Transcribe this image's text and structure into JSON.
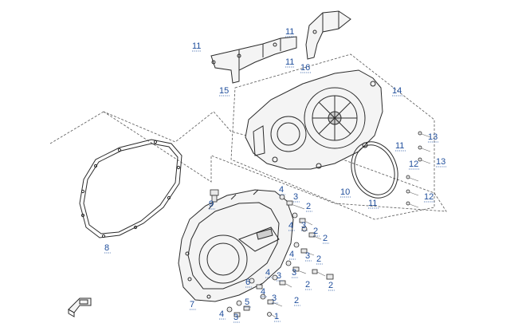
{
  "diagram": {
    "callouts": [
      {
        "id": "c11a",
        "label": "11"
      },
      {
        "id": "c11b",
        "label": "11"
      },
      {
        "id": "c11c",
        "label": "11"
      },
      {
        "id": "c15",
        "label": "15"
      },
      {
        "id": "c16",
        "label": "16"
      },
      {
        "id": "c14",
        "label": "14"
      },
      {
        "id": "c13a",
        "label": "13"
      },
      {
        "id": "c13b",
        "label": "13"
      },
      {
        "id": "c11d",
        "label": "11"
      },
      {
        "id": "c12a",
        "label": "12"
      },
      {
        "id": "c12b",
        "label": "12"
      },
      {
        "id": "c10",
        "label": "10"
      },
      {
        "id": "c11e",
        "label": "11"
      },
      {
        "id": "c9",
        "label": "9"
      },
      {
        "id": "c8",
        "label": "8"
      },
      {
        "id": "c4a",
        "label": "4"
      },
      {
        "id": "c3a",
        "label": "3"
      },
      {
        "id": "c2a",
        "label": "2"
      },
      {
        "id": "c4b",
        "label": "4"
      },
      {
        "id": "c3b",
        "label": "3"
      },
      {
        "id": "c2b",
        "label": "2"
      },
      {
        "id": "c2c",
        "label": "2"
      },
      {
        "id": "c4c",
        "label": "4"
      },
      {
        "id": "c3c",
        "label": "3"
      },
      {
        "id": "c2d",
        "label": "2"
      },
      {
        "id": "c4d",
        "label": "4"
      },
      {
        "id": "c3d",
        "label": "3"
      },
      {
        "id": "c3e",
        "label": "3"
      },
      {
        "id": "c6",
        "label": "6"
      },
      {
        "id": "c2e",
        "label": "2"
      },
      {
        "id": "c4e",
        "label": "4"
      },
      {
        "id": "c5",
        "label": "5"
      },
      {
        "id": "c3f",
        "label": "3"
      },
      {
        "id": "c2f",
        "label": "2"
      },
      {
        "id": "c2g",
        "label": "2"
      },
      {
        "id": "c7",
        "label": "7"
      },
      {
        "id": "c4f",
        "label": "4"
      },
      {
        "id": "c3g",
        "label": "3"
      },
      {
        "id": "c1",
        "label": "1"
      }
    ]
  }
}
